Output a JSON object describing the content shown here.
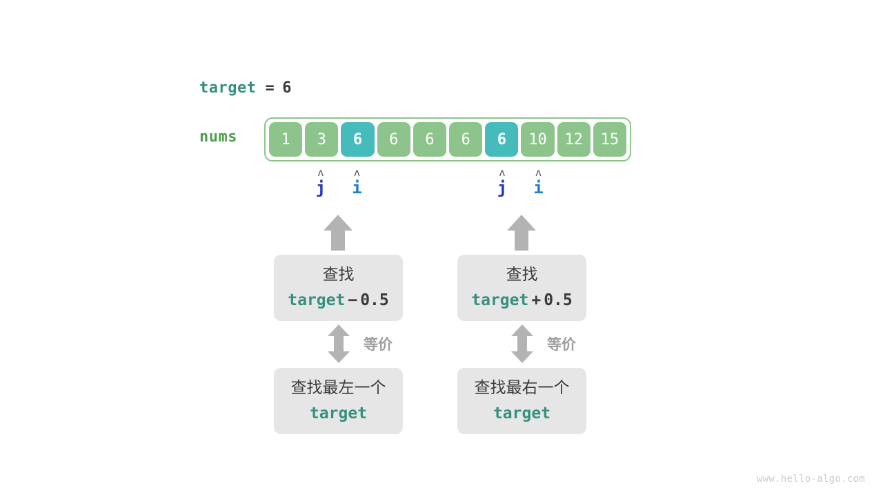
{
  "figure": {
    "watermark": "www.hello-algo.com"
  },
  "target_line": {
    "name": "target",
    "operator": "=",
    "value": "6"
  },
  "array": {
    "label": "nums",
    "values": [
      "1",
      "3",
      "6",
      "6",
      "6",
      "6",
      "6",
      "10",
      "12",
      "15"
    ],
    "highlighted_indices": [
      2,
      6
    ],
    "colors": {
      "cell": "#8cc48c",
      "highlight": "#45bbbb",
      "border": "#8cc48c",
      "text": "#ffffff"
    }
  },
  "pointers": [
    {
      "caret": "ʌ",
      "name": "j",
      "index": 1,
      "color": "#2438b8"
    },
    {
      "caret": "ʌ",
      "name": "i",
      "index": 2,
      "color": "#1b7fd4"
    },
    {
      "caret": "ʌ",
      "name": "j",
      "index": 6,
      "color": "#2438b8"
    },
    {
      "caret": "ʌ",
      "name": "i",
      "index": 7,
      "color": "#1b7fd4"
    }
  ],
  "columns": [
    {
      "top_box": {
        "line1": "查找",
        "code_name": "target",
        "code_op": "−",
        "code_num": "0.5"
      },
      "equiv_label": "等价",
      "bottom_box": {
        "line1": "查找最左一个",
        "code_name": "target"
      }
    },
    {
      "top_box": {
        "line1": "查找",
        "code_name": "target",
        "code_op": "+",
        "code_num": "0.5"
      },
      "equiv_label": "等价",
      "bottom_box": {
        "line1": "查找最右一个",
        "code_name": "target"
      }
    }
  ]
}
